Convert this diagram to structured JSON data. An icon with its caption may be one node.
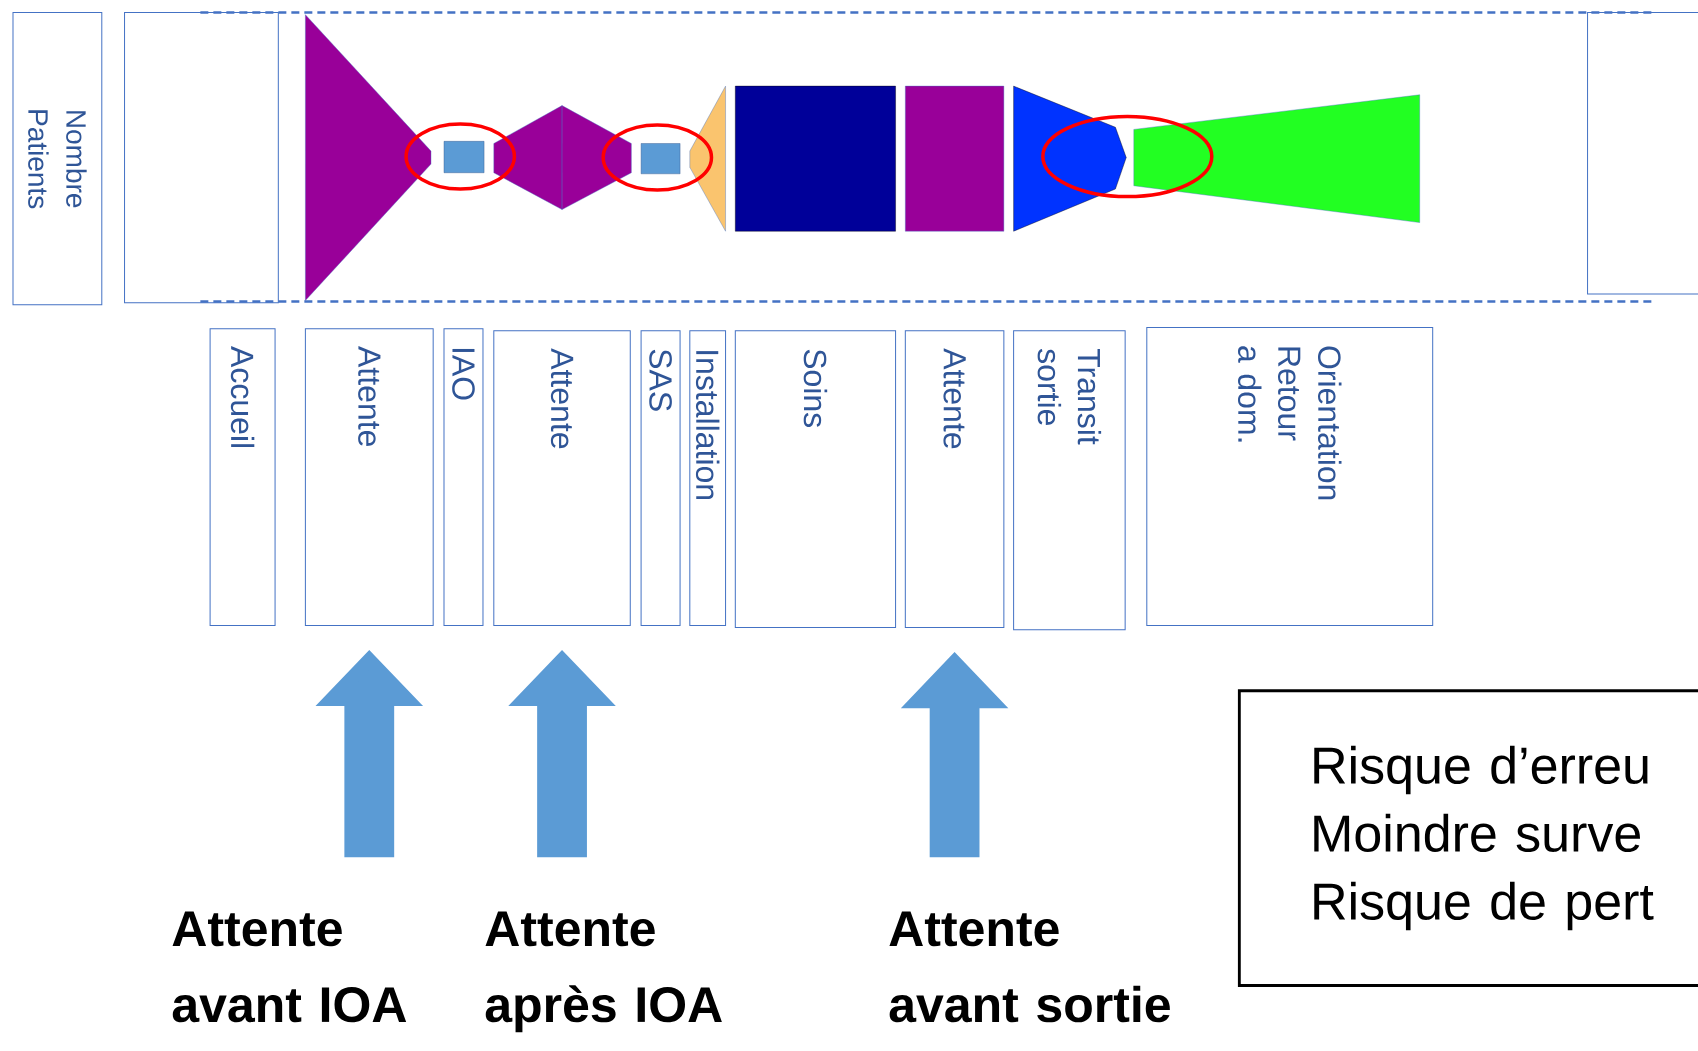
{
  "diagram": {
    "nodes": [
      {
        "text": [
          "Nombre Patients"
        ]
      },
      {
        "text": [
          "Accueil"
        ]
      },
      {
        "text": [
          "Attente"
        ]
      },
      {
        "text": [
          "IAO"
        ]
      },
      {
        "text": [
          "Attente"
        ]
      },
      {
        "text": [
          "SAS"
        ]
      },
      {
        "text": [
          "Installation"
        ]
      },
      {
        "text": [
          "Soins"
        ]
      },
      {
        "text": [
          "Attente"
        ]
      },
      {
        "text": [
          "Transit sortie"
        ]
      },
      {
        "text": [
          "Orientation Retour a dom."
        ]
      },
      {
        "text": [
          "Attente avant IOA"
        ]
      },
      {
        "text": [
          "Attente après IOA"
        ]
      },
      {
        "text": [
          "Attente avant sortie"
        ]
      },
      {
        "text": [
          "Risque d’erreu",
          "Moindre surve",
          "Risque de pert"
        ]
      },
      {
        "text": [],
        "shape": "box"
      },
      {
        "text": [],
        "shape": "box"
      }
    ],
    "edges": [
      {
        "from": 11,
        "to": 2,
        "arrow": "to"
      },
      {
        "from": 12,
        "to": 4,
        "arrow": "to"
      },
      {
        "from": 13,
        "to": 8,
        "arrow": "to"
      }
    ]
  }
}
